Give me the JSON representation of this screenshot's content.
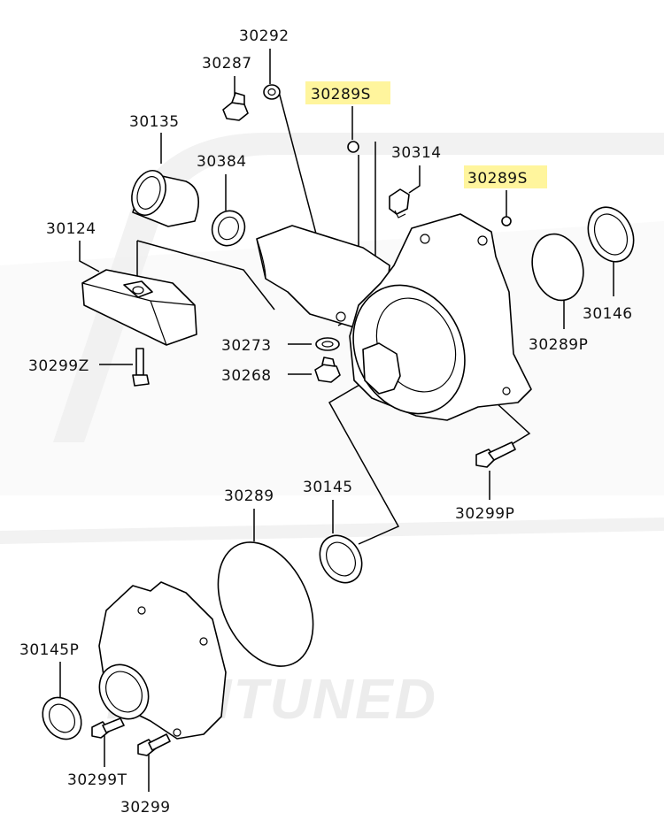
{
  "watermark": {
    "text": "RTMTUNED",
    "background_tint": "#f1f1f1"
  },
  "highlight_color": "#fff59d",
  "callouts": [
    {
      "id": "c30292",
      "text": "30292",
      "highlighted": false
    },
    {
      "id": "c30287",
      "text": "30287",
      "highlighted": false
    },
    {
      "id": "c30289s_a",
      "text": "30289S",
      "highlighted": true
    },
    {
      "id": "c30135",
      "text": "30135",
      "highlighted": false
    },
    {
      "id": "c30384",
      "text": "30384",
      "highlighted": false
    },
    {
      "id": "c30314",
      "text": "30314",
      "highlighted": false
    },
    {
      "id": "c30289s_b",
      "text": "30289S",
      "highlighted": true
    },
    {
      "id": "c30124",
      "text": "30124",
      "highlighted": false
    },
    {
      "id": "c30146",
      "text": "30146",
      "highlighted": false
    },
    {
      "id": "c30273",
      "text": "30273",
      "highlighted": false
    },
    {
      "id": "c30289p",
      "text": "30289P",
      "highlighted": false
    },
    {
      "id": "c30299z",
      "text": "30299Z",
      "highlighted": false
    },
    {
      "id": "c30268",
      "text": "30268",
      "highlighted": false
    },
    {
      "id": "c30289",
      "text": "30289",
      "highlighted": false
    },
    {
      "id": "c30145",
      "text": "30145",
      "highlighted": false
    },
    {
      "id": "c30299p",
      "text": "30299P",
      "highlighted": false
    },
    {
      "id": "c30145p",
      "text": "30145P",
      "highlighted": false
    },
    {
      "id": "c30299t",
      "text": "30299T",
      "highlighted": false
    },
    {
      "id": "c30299",
      "text": "30299",
      "highlighted": false
    }
  ]
}
